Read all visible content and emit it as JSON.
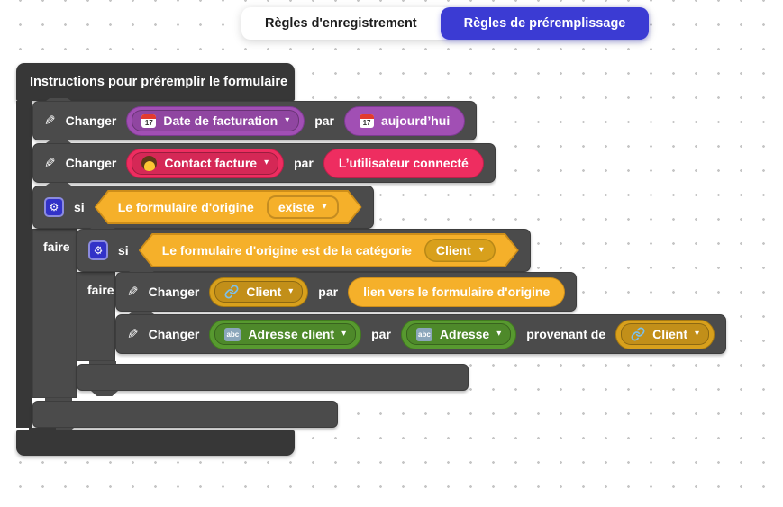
{
  "tabs": {
    "items": [
      {
        "label": "Règles d'enregistrement",
        "active": false
      },
      {
        "label": "Règles de préremplissage",
        "active": true
      }
    ]
  },
  "colors": {
    "accent_blue": "#3B3BD3",
    "container_gray": "#373737",
    "row_gray": "#4B4B4B",
    "purple": "#A14FB4",
    "pink": "#EE2D60",
    "yellow": "#F5B02A",
    "mustard": "#D8A01C",
    "green": "#57992F"
  },
  "icons": {
    "pencil": "✎",
    "gear": "⚙",
    "caret": "▾",
    "calendar_day": "17",
    "abc": "abc"
  },
  "blocks": {
    "header": "Instructions pour préremplir le formulaire",
    "row1": {
      "verb": "Changer",
      "field": "Date de facturation",
      "par": "par",
      "value": "aujourd’hui"
    },
    "row2": {
      "verb": "Changer",
      "field": "Contact facture",
      "par": "par",
      "value": "L’utilisateur connecté"
    },
    "if1": {
      "kw": "si",
      "cond": "Le formulaire d'origine",
      "op": "existe",
      "do": "faire"
    },
    "if2": {
      "kw": "si",
      "cond": "Le formulaire d'origine est de la catégorie",
      "op": "Client",
      "do": "faire"
    },
    "row5": {
      "verb": "Changer",
      "field": "Client",
      "par": "par",
      "value": "lien vers le formulaire d'origine"
    },
    "row6": {
      "verb": "Changer",
      "field": "Adresse client",
      "par": "par",
      "value_field": "Adresse",
      "from": "provenant de",
      "from_field": "Client"
    }
  }
}
